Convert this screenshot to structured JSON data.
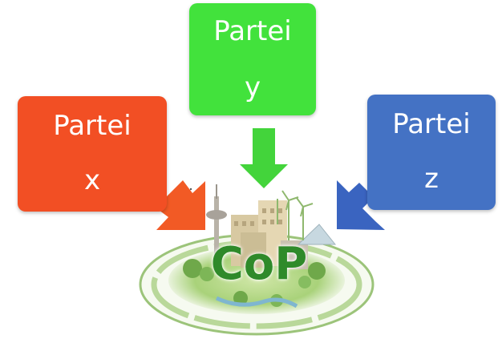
{
  "parties": [
    {
      "id": "x",
      "line1": "Partei",
      "line2": "x",
      "color": "#f24f24"
    },
    {
      "id": "y",
      "line1": "Partei",
      "line2": "y",
      "color": "#42e23c"
    },
    {
      "id": "z",
      "line1": "Partei",
      "line2": "z",
      "color": "#4472c4"
    }
  ],
  "hub": {
    "label": "CoP",
    "label_color": "#2f8a2a",
    "illustration": "green-city-icon"
  },
  "arrow_colors": {
    "x": "#f25a25",
    "y": "#43d43b",
    "z": "#3a64c0"
  }
}
